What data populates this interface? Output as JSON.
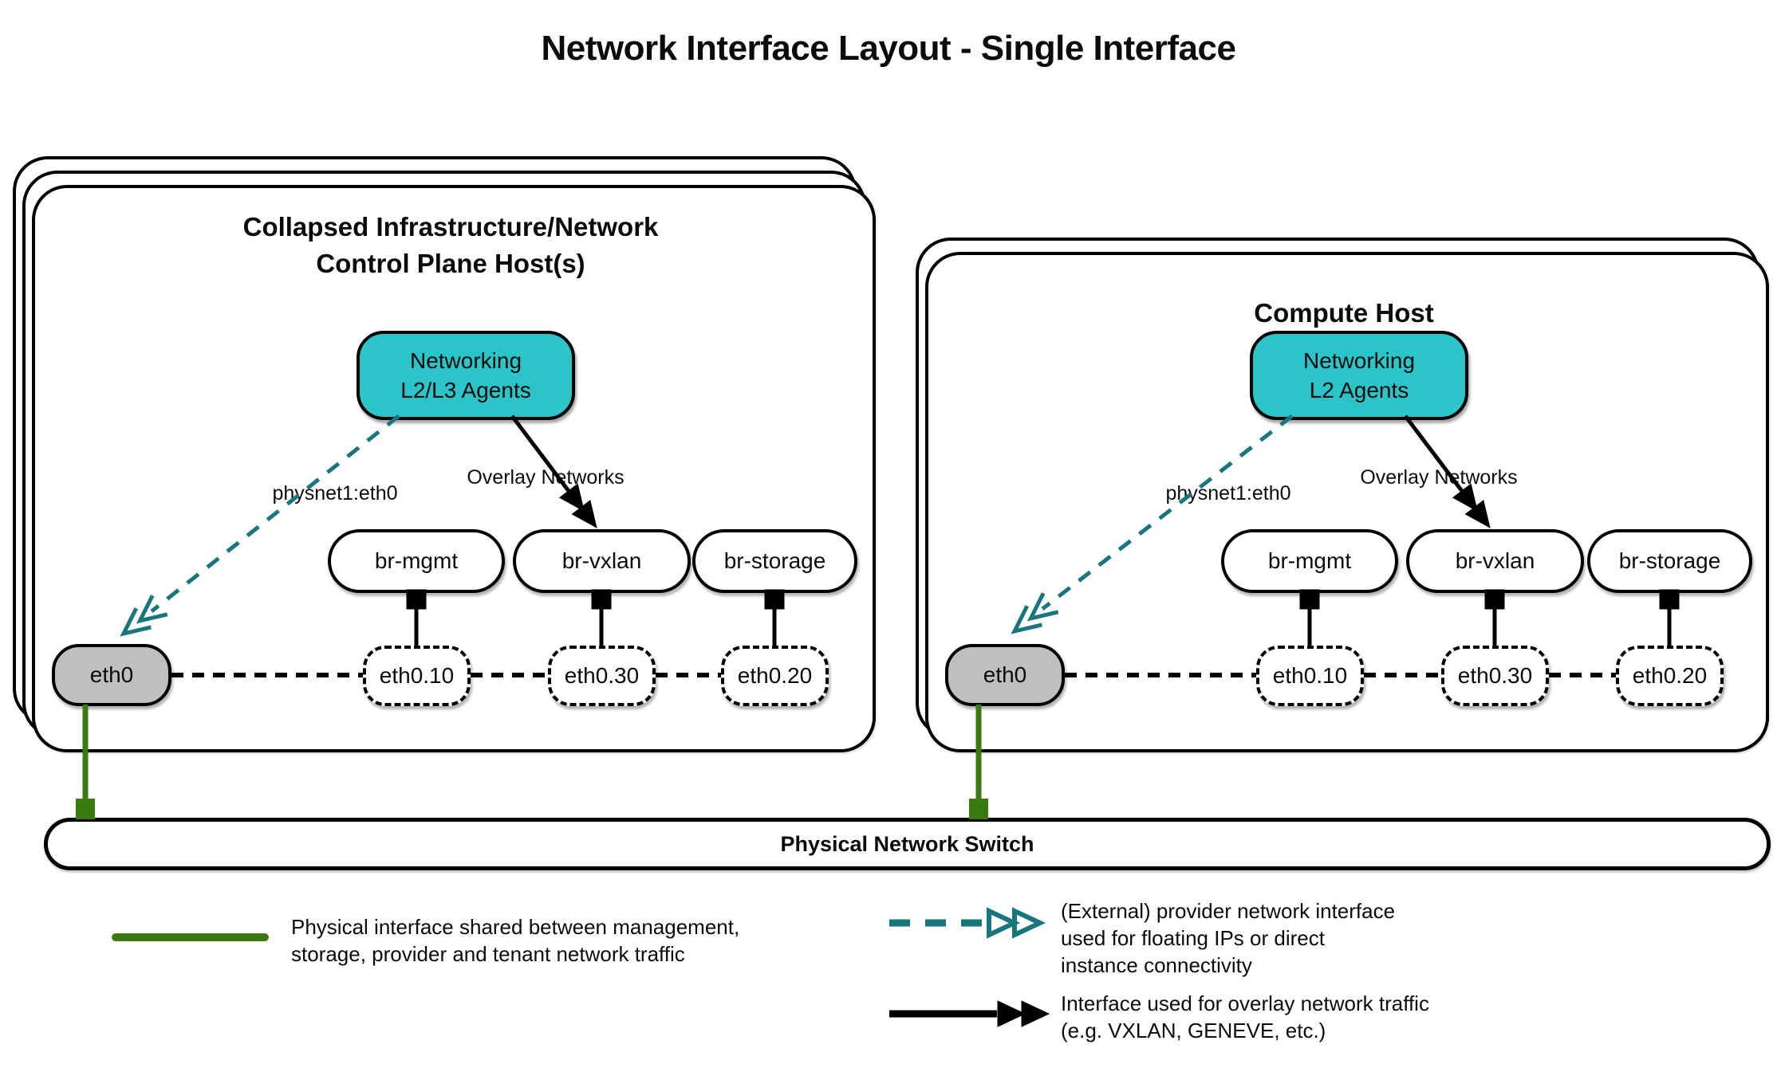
{
  "title": "Network Interface Layout - Single Interface",
  "colors": {
    "teal-fill": "#2bc4c9",
    "teal-line": "#19767f",
    "green-line": "#3a7a10",
    "eth-fill": "#bfbfbf"
  },
  "hosts": [
    {
      "title_line1": "Collapsed Infrastructure/Network",
      "title_line2": "Control Plane Host(s)",
      "agent_line1": "Networking",
      "agent_line2": "L2/L3 Agents",
      "provider_label": "physnet1:eth0",
      "overlay_label": "Overlay Networks",
      "bridges": [
        "br-mgmt",
        "br-vxlan",
        "br-storage"
      ],
      "vlans": [
        "eth0.10",
        "eth0.30",
        "eth0.20"
      ],
      "nic": "eth0"
    },
    {
      "title_line1": "Compute Host",
      "agent_line1": "Networking",
      "agent_line2": "L2 Agents",
      "provider_label": "physnet1:eth0",
      "overlay_label": "Overlay Networks",
      "bridges": [
        "br-mgmt",
        "br-vxlan",
        "br-storage"
      ],
      "vlans": [
        "eth0.10",
        "eth0.30",
        "eth0.20"
      ],
      "nic": "eth0"
    }
  ],
  "switch": {
    "label": "Physical Network Switch"
  },
  "legend": [
    {
      "swatch": "green-solid-line",
      "line1": "Physical interface shared between management,",
      "line2": "storage, provider and tenant network traffic"
    },
    {
      "swatch": "teal-dashed-double-arrow",
      "line1": "(External) provider network interface",
      "line2": "used for floating IPs or direct",
      "line3": "instance connectivity"
    },
    {
      "swatch": "black-solid-double-arrow",
      "line1": "Interface used for overlay network traffic",
      "line2": "(e.g. VXLAN, GENEVE, etc.)"
    }
  ]
}
